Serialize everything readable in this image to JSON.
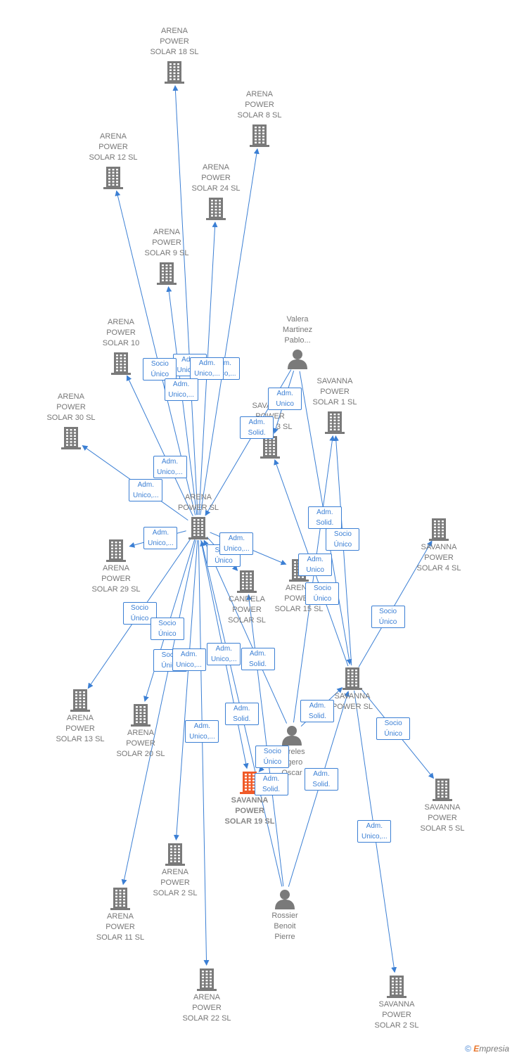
{
  "colors": {
    "edge": "#3b7fd4",
    "building": "#7a7a7a",
    "focus": "#f05a28",
    "person": "#7a7a7a"
  },
  "nodes": [
    {
      "id": "ap18",
      "label": "ARENA\nPOWER\nSOLAR 18  SL",
      "icon": "building-icon"
    },
    {
      "id": "ap8",
      "label": "ARENA\nPOWER\nSOLAR 8  SL",
      "icon": "building-icon"
    },
    {
      "id": "ap12",
      "label": "ARENA\nPOWER\nSOLAR 12  SL",
      "icon": "building-icon"
    },
    {
      "id": "ap24",
      "label": "ARENA\nPOWER\nSOLAR 24  SL",
      "icon": "building-icon"
    },
    {
      "id": "ap9",
      "label": "ARENA\nPOWER\nSOLAR 9  SL",
      "icon": "building-icon"
    },
    {
      "id": "ap10",
      "label": "ARENA\nPOWER\nSOLAR 10",
      "icon": "building-icon"
    },
    {
      "id": "ap30",
      "label": "ARENA\nPOWER\nSOLAR 30  SL",
      "icon": "building-icon"
    },
    {
      "id": "vmp",
      "label": "Valera\nMartinez\nPablo...",
      "icon": "person-icon"
    },
    {
      "id": "sp1",
      "label": "SAVANNA\nPOWER\nSOLAR 1  SL",
      "icon": "building-icon"
    },
    {
      "id": "sp3",
      "label": "SAVANNA\nPOWER\nSOLAR 3  SL",
      "icon": "building-icon"
    },
    {
      "id": "aps",
      "label": "ARENA\nPOWER  SL",
      "icon": "building-icon"
    },
    {
      "id": "sp4",
      "label": "SAVANNA\nPOWER\nSOLAR 4  SL",
      "icon": "building-icon"
    },
    {
      "id": "ap29",
      "label": "ARENA\nPOWER\nSOLAR 29  SL",
      "icon": "building-icon"
    },
    {
      "id": "candela",
      "label": "CANDELA\nPOWER\nSOLAR  SL",
      "icon": "building-icon"
    },
    {
      "id": "ap15",
      "label": "ARENA\nPOWER\nSOLAR 15  SL",
      "icon": "building-icon"
    },
    {
      "id": "sps",
      "label": "SAVANNA\nPOWER  SL",
      "icon": "building-icon"
    },
    {
      "id": "ap13",
      "label": "ARENA\nPOWER\nSOLAR 13  SL",
      "icon": "building-icon"
    },
    {
      "id": "ap20",
      "label": "ARENA\nPOWER\nSOLAR 20  SL",
      "icon": "building-icon"
    },
    {
      "id": "plo",
      "label": "Pereles\nLigero\nOscar",
      "icon": "person-icon"
    },
    {
      "id": "sp19",
      "label": "SAVANNA\nPOWER\nSOLAR 19  SL",
      "icon": "building-icon",
      "focus": true
    },
    {
      "id": "sp5",
      "label": "SAVANNA\nPOWER\nSOLAR 5  SL",
      "icon": "building-icon"
    },
    {
      "id": "ap2",
      "label": "ARENA\nPOWER\nSOLAR 2  SL",
      "icon": "building-icon"
    },
    {
      "id": "rbp",
      "label": "Rossier\nBenoit\nPierre",
      "icon": "person-icon"
    },
    {
      "id": "ap11",
      "label": "ARENA\nPOWER\nSOLAR 11  SL",
      "icon": "building-icon"
    },
    {
      "id": "ap22",
      "label": "ARENA\nPOWER\nSOLAR 22  SL",
      "icon": "building-icon"
    },
    {
      "id": "sp2",
      "label": "SAVANNA\nPOWER\nSOLAR 2  SL",
      "icon": "building-icon"
    }
  ],
  "edges": [
    {
      "from": "aps",
      "to": "ap18",
      "label": "Adm.\nUnico,..."
    },
    {
      "from": "aps",
      "to": "ap8",
      "label": "Adm.\nUnico,..."
    },
    {
      "from": "aps",
      "to": "ap12",
      "label": "Socio\nÚnico"
    },
    {
      "from": "aps",
      "to": "ap24",
      "label": "Adm.\nUnico,..."
    },
    {
      "from": "aps",
      "to": "ap9",
      "label": "Adm.\nUnico,..."
    },
    {
      "from": "aps",
      "to": "ap10",
      "label": "Adm.\nUnico,..."
    },
    {
      "from": "aps",
      "to": "ap30",
      "label": "Adm.\nUnico,..."
    },
    {
      "from": "aps",
      "to": "ap29",
      "label": "Adm.\nUnico,..."
    },
    {
      "from": "aps",
      "to": "ap13",
      "label": "Socio\nÚnico"
    },
    {
      "from": "aps",
      "to": "ap20",
      "label": "Socio\nÚnico"
    },
    {
      "from": "aps",
      "to": "ap11",
      "label": "Socio\nÚnico"
    },
    {
      "from": "aps",
      "to": "ap2",
      "label": "Adm.\nUnico,..."
    },
    {
      "from": "aps",
      "to": "ap22",
      "label": "Adm.\nUnico,..."
    },
    {
      "from": "aps",
      "to": "sp19",
      "label": "Adm.\nUnico,..."
    },
    {
      "from": "aps",
      "to": "candela",
      "label": "Socio\nÚnico"
    },
    {
      "from": "aps",
      "to": "ap15",
      "label": "Adm.\nUnico,..."
    },
    {
      "from": "vmp",
      "to": "aps",
      "label": "Adm.\nSolid."
    },
    {
      "from": "vmp",
      "to": "sp3",
      "label": "Adm.\nUnico"
    },
    {
      "from": "vmp",
      "to": "sps",
      "label": "Adm.\nSolid."
    },
    {
      "from": "sps",
      "to": "sp1",
      "label": "Socio\nÚnico"
    },
    {
      "from": "sps",
      "to": "sp3",
      "label": "Socio\nÚnico"
    },
    {
      "from": "sps",
      "to": "sp4",
      "label": "Socio\nÚnico"
    },
    {
      "from": "sps",
      "to": "sp5",
      "label": "Socio\nÚnico"
    },
    {
      "from": "sps",
      "to": "sp2",
      "label": "Adm.\nUnico,..."
    },
    {
      "from": "plo",
      "to": "sp1",
      "label": "Adm.\nUnico"
    },
    {
      "from": "plo",
      "to": "aps",
      "label": "Adm.\nSolid."
    },
    {
      "from": "plo",
      "to": "sps",
      "label": "Adm.\nSolid."
    },
    {
      "from": "plo",
      "to": "sp19",
      "label": "Socio\nÚnico"
    },
    {
      "from": "rbp",
      "to": "aps",
      "label": "Adm.\nSolid."
    },
    {
      "from": "rbp",
      "to": "sps",
      "label": "Adm.\nSolid."
    },
    {
      "from": "rbp",
      "to": "candela",
      "label": "Adm.\nSolid."
    }
  ],
  "footer": {
    "copyright": "©",
    "brand_first": "E",
    "brand_rest": "mpresia"
  }
}
